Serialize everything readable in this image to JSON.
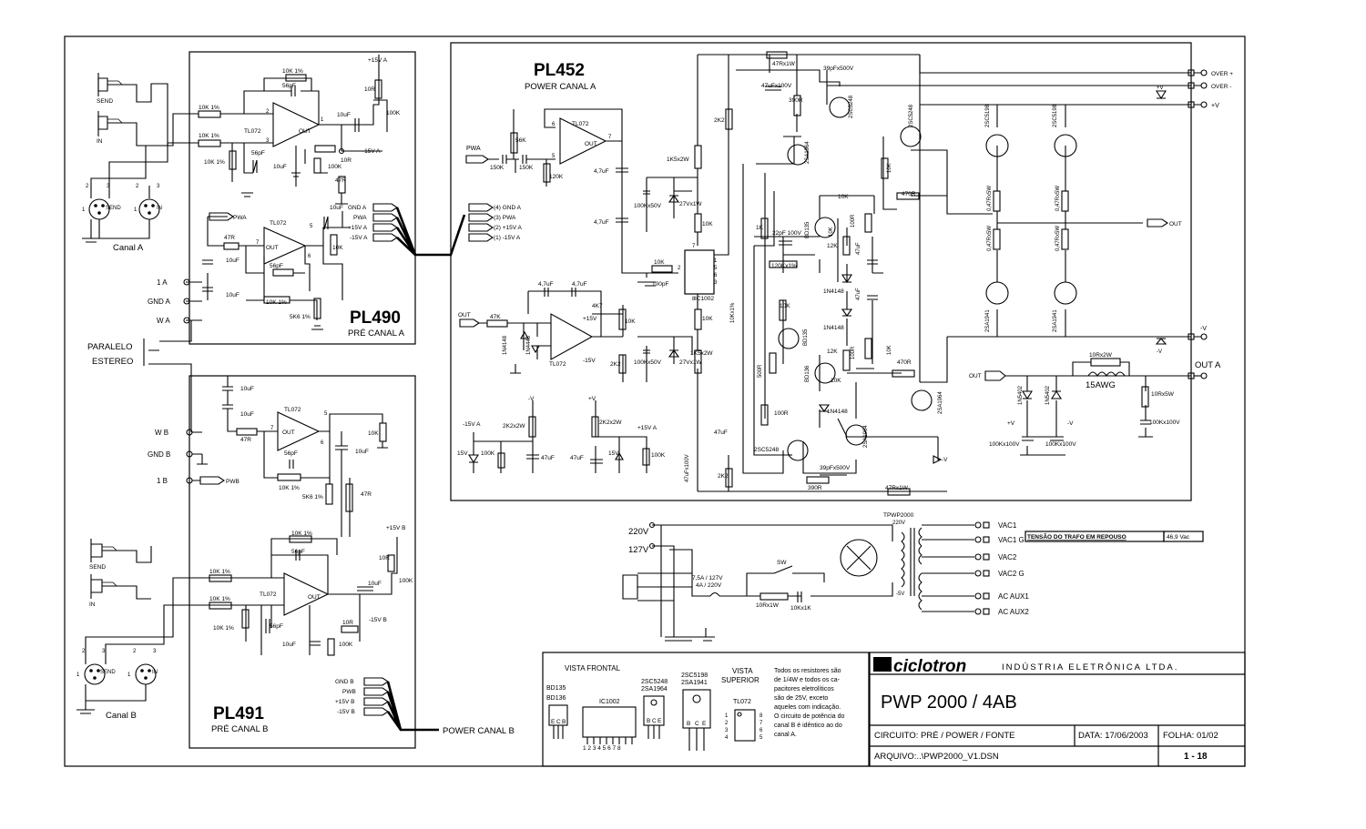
{
  "boards": {
    "pl490": {
      "name": "PL490",
      "desc": "PRÉ CANAL A"
    },
    "pl491": {
      "name": "PL491",
      "desc": "PRÉ CANAL B"
    },
    "pl452": {
      "name": "PL452",
      "desc": "POWER CANAL A"
    }
  },
  "pre_a": {
    "jack_send": "SEND",
    "jack_in": "IN",
    "xlr_send": "SEND",
    "xlr_in": "IN",
    "channel": "Canal A",
    "labels": [
      "10K 1%",
      "56pF",
      "10K 1%",
      "10K 1%",
      "TL072",
      "10K 1%",
      "56pF",
      "OUT",
      "10uF",
      "10uF",
      "100K",
      "10R",
      "10R",
      "+15V A",
      "-15V A",
      "100K",
      "47R",
      "PWA",
      "TL072",
      "47R",
      "10uF",
      "10uF",
      "OUT",
      "56pF",
      "10K 1%",
      "10uF",
      "10K",
      "5K6 1%"
    ],
    "pins": [
      "2",
      "3",
      "1",
      "4",
      "8",
      "7",
      "6",
      "5"
    ],
    "connector": [
      "GND A",
      "PWA",
      "+15V A",
      "-15V A"
    ]
  },
  "pre_b": {
    "jack_send": "SEND",
    "jack_in": "IN",
    "channel": "Canal B",
    "labels": [
      "10uF",
      "10uF",
      "TL072",
      "47R",
      "OUT",
      "56pF",
      "10K 1%",
      "5K6 1%",
      "10uF",
      "10K",
      "47R",
      "10K 1%",
      "56pF",
      "10K 1%",
      "TL072",
      "10K 1%",
      "56pF",
      "OUT",
      "10uF",
      "+15V B",
      "10R",
      "100K",
      "10R",
      "-15V B",
      "10uF",
      "100K"
    ],
    "connector": [
      "GND B",
      "PWB",
      "+15V B",
      "-15V B"
    ],
    "power_label": "POWER CANAL B"
  },
  "mid": {
    "a_labels": [
      "1 A",
      "GND A",
      "W A"
    ],
    "switch": [
      "PARALELO",
      "ESTEREO"
    ],
    "b_labels": [
      "W B",
      "GND B",
      "1 B"
    ],
    "pwb": "PWB"
  },
  "power": {
    "input_labels": [
      "PWA",
      "150K",
      "150K",
      "56K",
      "120K",
      "TL072",
      "OUT",
      "4,7uF",
      "4,7uF"
    ],
    "connector": [
      "(4) GND A",
      "(3) PWA",
      "(2) +15V A",
      "(1) -15V A"
    ],
    "center_labels": [
      "47Rx1W",
      "39pFx500V",
      "2K2",
      "47uFx100V",
      "390R",
      "1K5x2W",
      "100Kx50V",
      "27Vx1W",
      "10K",
      "10K",
      "100pF",
      "IC1002",
      "10K",
      "1K5x2W",
      "27Vx1W",
      "100Kx50V",
      "2K2",
      "4K7",
      "10K",
      "4,7uF",
      "4,7uF",
      "+15V",
      "-15V",
      "TL072",
      "47K",
      "OUT",
      "1N4148",
      "1N4448",
      "-15V A",
      "15V",
      "100K",
      "47uF",
      "-V",
      "2K2x2W",
      "47uF",
      "+V",
      "2K2x2W",
      "+15V A",
      "15V",
      "100K",
      "47uF",
      "47uFx100V",
      "2K2",
      "2SC5248",
      "390R",
      "47Rx1W",
      "10Kx1%",
      "500R",
      "1K",
      "22pF 100V",
      "120Kx1%",
      "10K",
      "10K",
      "BD135",
      "BD135",
      "100R",
      "BD136",
      "10K",
      "1N4148",
      "2SA1964",
      "2SA1964",
      "12K",
      "12K",
      "1N4148",
      "1N4148",
      "47uF",
      "47uF",
      "100R",
      "100R",
      "10K",
      "10K",
      "470R",
      "470R",
      "10K",
      "39pFx500V",
      "2SC5248",
      "2SA1964",
      "-V"
    ],
    "output_labels": [
      "2SC5198",
      "2SC5198",
      "2SC5248",
      "0,47Rx5W",
      "0,47Rx5W",
      "0,47Rx5W",
      "0,47Rx5W",
      "2SA1941",
      "2SA1941",
      "OUT",
      "+V",
      "-V"
    ],
    "rails": [
      "OVER +",
      "OVER -",
      "+V",
      "-V"
    ],
    "out": "OUT",
    "out_a": "OUT A",
    "filter_labels": [
      "OUT",
      "10Rx2W",
      "15AWG",
      "10Rx5W",
      "100Kx100V",
      "1N5402",
      "1N5402",
      "+V",
      "-V",
      "100Kx100V",
      "100Kx100V"
    ]
  },
  "psu": {
    "v220": "220V",
    "v127": "127V",
    "fuse": "7,5A / 127V",
    "fuse2": "4A / 220V",
    "sw": "SW",
    "r1": "10Rx1W",
    "r2": "10Kx1K",
    "trafo": "TPWP2000",
    "primary_tap": "220V",
    "minus5": "-5V",
    "outputs": [
      "VAC1",
      "VAC1 G",
      "VAC2",
      "VAC2 G",
      "AC AUX1",
      "AC AUX2"
    ],
    "rest_label": "TENSÃO DO TRAFO EM REPOUSO",
    "rest_value": "46,9 Vac"
  },
  "legend": {
    "front": "VISTA FRONTAL",
    "top_view": "VISTA",
    "top_view2": "SUPERIOR",
    "parts": [
      "BD135",
      "BD136",
      "IC1002",
      "2SC5248",
      "2SA1964",
      "2SC5198",
      "2SA1941",
      "TL072"
    ],
    "pins_ecb": [
      "E",
      "C",
      "B"
    ],
    "pins_bce": [
      "B",
      "C",
      "E"
    ],
    "ic_pins": "1 2 3 4 5 6 7 8",
    "note": [
      "Todos os resistores são",
      "de 1/4W e todos os ca-",
      "pacitores eletrolíticos",
      "são de 25V, exceto",
      "aqueles com indicação.",
      "O circuito de potência do",
      "canal B é idêntico ao do",
      "canal A."
    ]
  },
  "title_block": {
    "logo": "ciclotron",
    "company": "INDÚSTRIA ELETRÔNICA LTDA.",
    "model": "PWP 2000 / 4AB",
    "circuit": "CIRCUITO: PRÉ / POWER / FONTE",
    "date": "DATA: 17/06/2003",
    "sheet": "FOLHA: 01/02",
    "file": "ARQUIVO:..\\PWP2000_V1.DSN",
    "page": "1 - 18"
  }
}
